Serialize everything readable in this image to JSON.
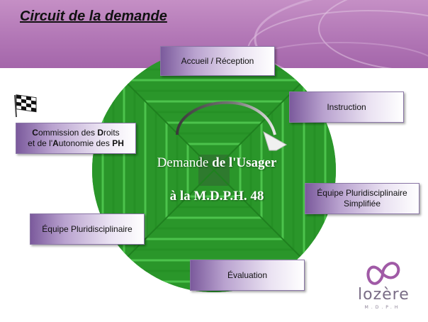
{
  "title": "Circuit de la demande",
  "center": {
    "line1_normal": "Demande ",
    "line1_bold": "de l'Usager",
    "line2": "à la M.D.P.H.  48"
  },
  "steps": {
    "accueil": "Accueil / Réception",
    "instruction": "Instruction",
    "equipe_simplifiee_1": "Équipe Pluridisciplinaire",
    "equipe_simplifiee_2": "Simplifiée",
    "evaluation": "Évaluation",
    "equipe": "Équipe Pluridisciplinaire",
    "commission": {
      "l1_a": "C",
      "l1_b": "ommission des ",
      "l1_c": "D",
      "l1_d": "roits",
      "l2_a": "et de l'",
      "l2_b": "A",
      "l2_c": "utonomie des ",
      "l2_d": "PH"
    }
  },
  "logo": {
    "word": "lozère",
    "sub": "M.D.P.H"
  },
  "colors": {
    "header": "#b277b6",
    "circle": "#2ea02e",
    "box_dark": "#7b5a9c",
    "logo": "#a05aa6"
  }
}
